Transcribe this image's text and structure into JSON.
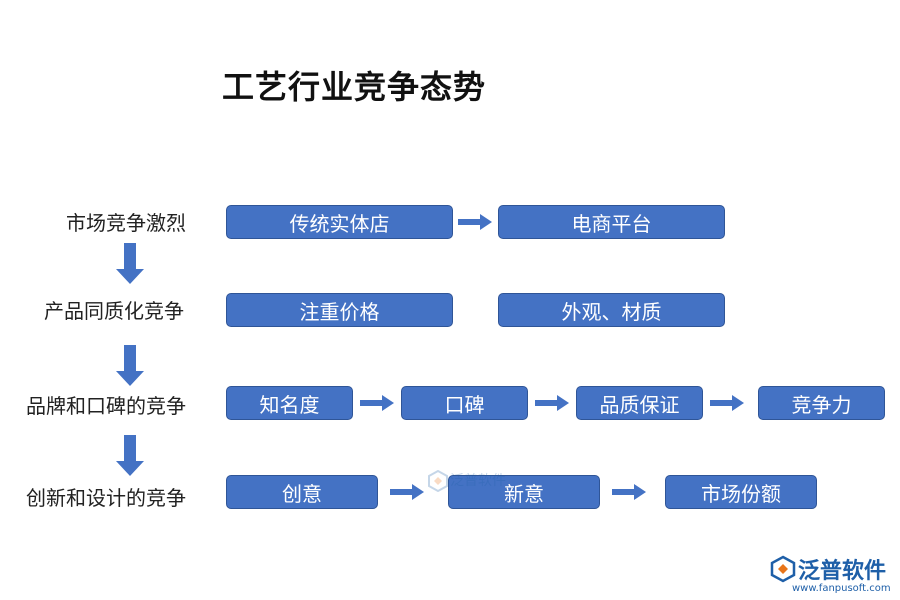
{
  "title": "工艺行业竞争态势",
  "rows": [
    {
      "label": "市场竞争激烈",
      "boxes": [
        "传统实体店",
        "电商平台"
      ]
    },
    {
      "label": "产品同质化竞争",
      "boxes": [
        "注重价格",
        "外观、材质"
      ]
    },
    {
      "label": "品牌和口碑的竞争",
      "boxes": [
        "知名度",
        "口碑",
        "品质保证",
        "竞争力"
      ]
    },
    {
      "label": "创新和设计的竞争",
      "boxes": [
        "创意",
        "新意",
        "市场份额"
      ]
    }
  ],
  "logo": {
    "name": "泛普软件",
    "url": "www.fanpusoft.com"
  },
  "colors": {
    "box_fill": "#4472C4",
    "box_border": "#2F5597",
    "arrow": "#4472C4"
  }
}
